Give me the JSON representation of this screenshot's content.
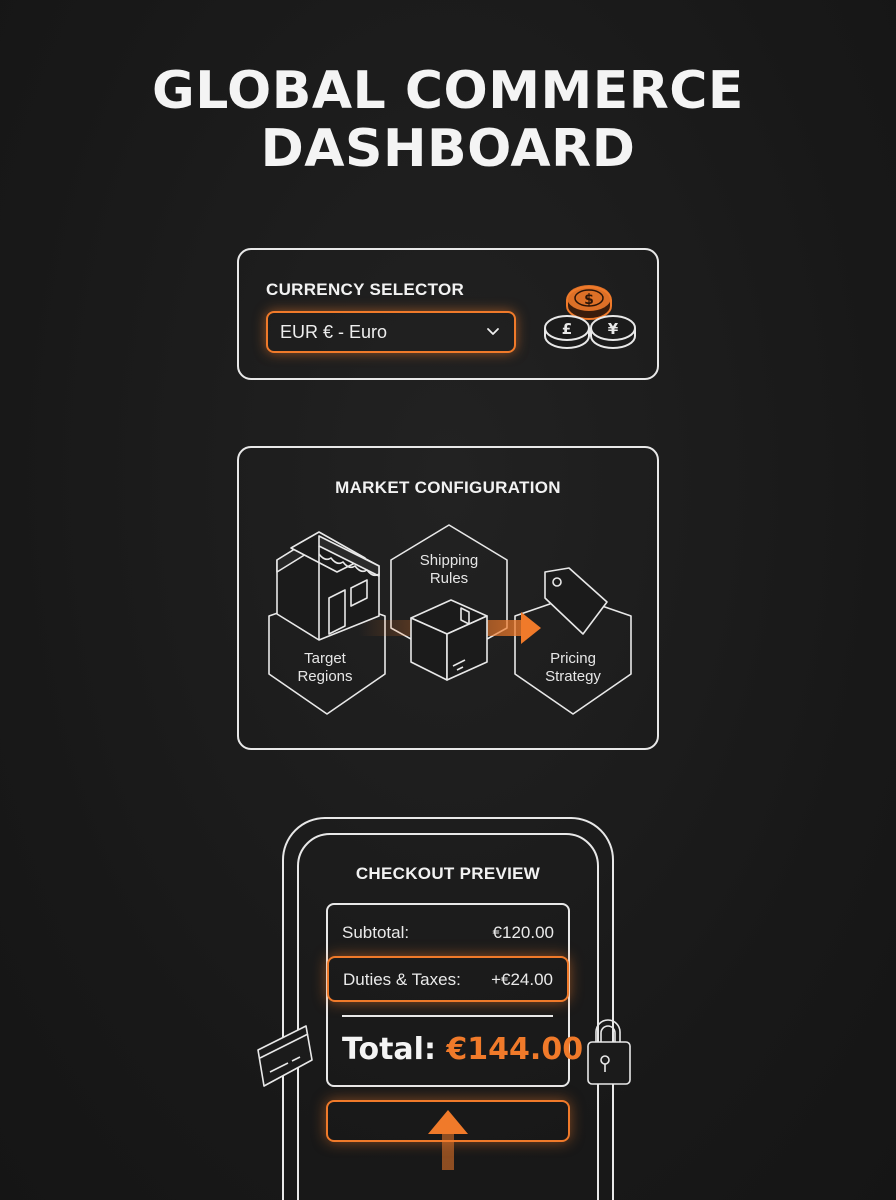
{
  "title_line1": "GLOBAL COMMERCE",
  "title_line2": "DASHBOARD",
  "currency": {
    "label": "CURRENCY SELECTOR",
    "selected": "EUR € - Euro",
    "coin_symbols": [
      "$",
      "£",
      "¥"
    ]
  },
  "market": {
    "label": "MARKET CONFIGURATION",
    "steps": [
      {
        "line1": "Target",
        "line2": "Regions"
      },
      {
        "line1": "Shipping",
        "line2": "Rules"
      },
      {
        "line1": "Pricing",
        "line2": "Strategy"
      }
    ]
  },
  "checkout": {
    "label": "CHECKOUT PREVIEW",
    "subtotal_label": "Subtotal:",
    "subtotal_value": "€120.00",
    "duties_label": "Duties & Taxes:",
    "duties_value": "+€24.00",
    "total_label": "Total:",
    "total_value": "€144.00"
  },
  "colors": {
    "accent": "#f07a2a",
    "background": "#1a1a1a",
    "line": "#e8e8e8"
  }
}
